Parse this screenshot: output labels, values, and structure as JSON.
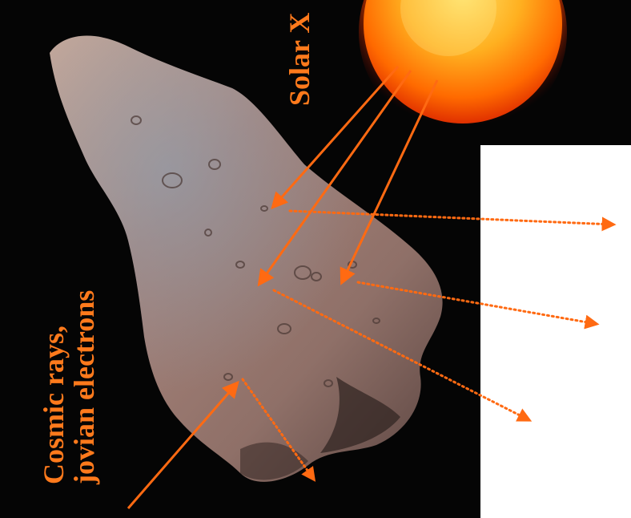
{
  "labels": {
    "solar": "Solar X",
    "cosmic_line1": "Cosmic rays,",
    "cosmic_line2": "jovian electrons"
  },
  "colors": {
    "label": "#ff7a1c",
    "arrow": "#ff6a12",
    "background_dark": "#050505",
    "panel": "#ffffff"
  }
}
